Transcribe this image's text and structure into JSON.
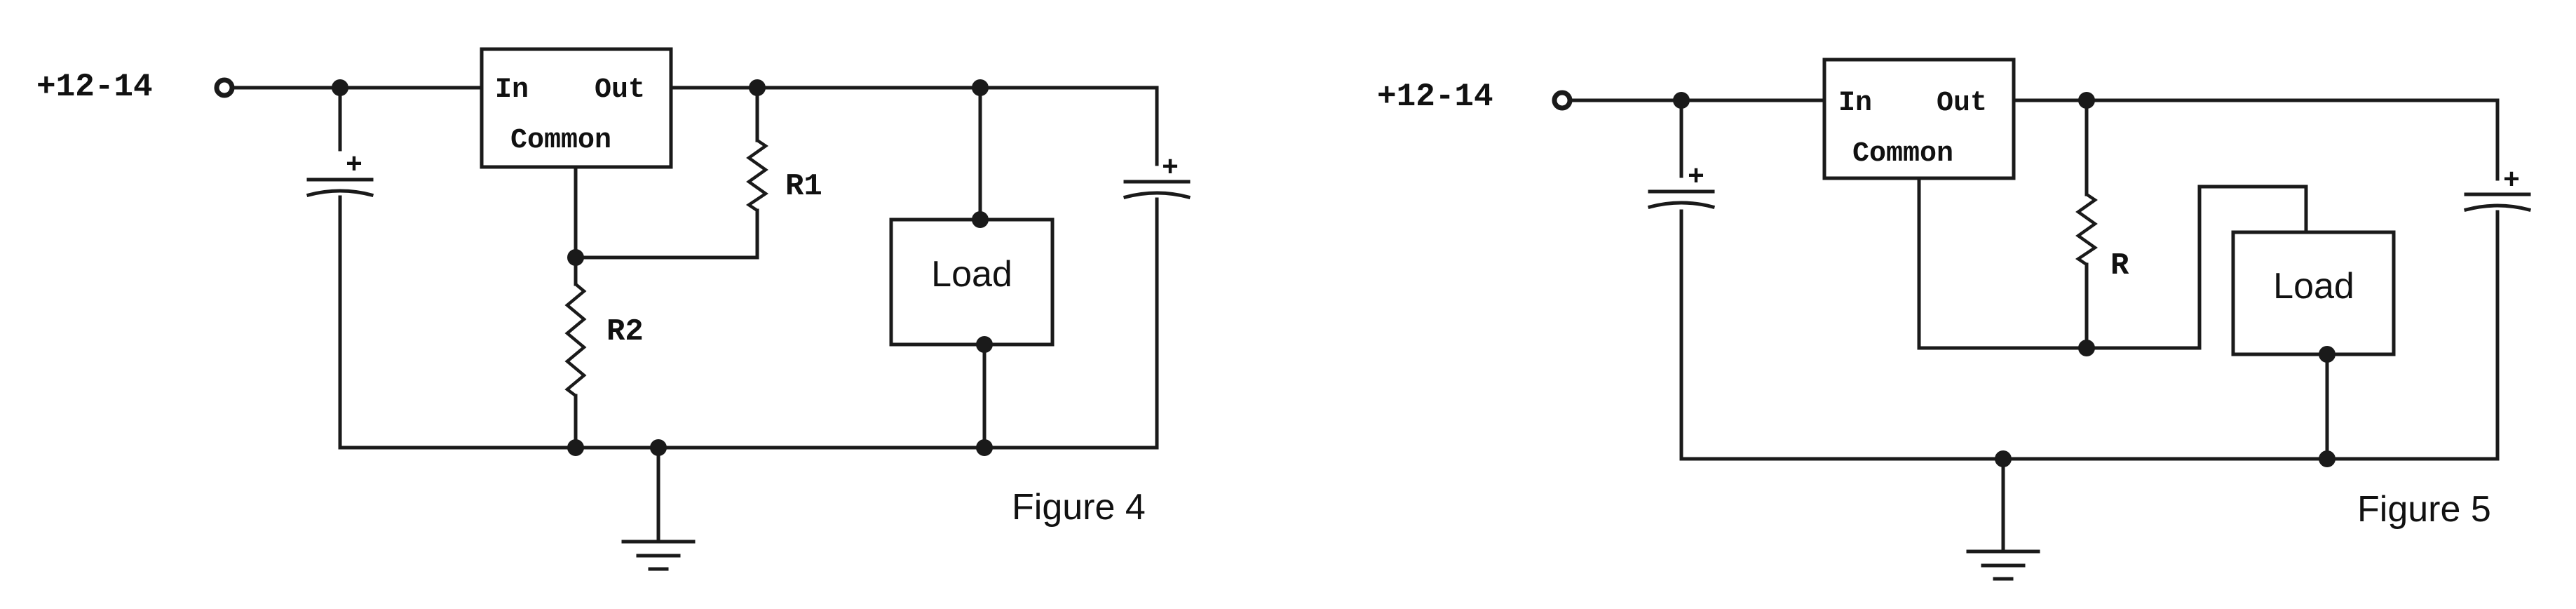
{
  "figure4": {
    "input_label": "+12-14",
    "regulator": {
      "in": "In",
      "out": "Out",
      "common": "Common"
    },
    "r1": "R1",
    "r2": "R2",
    "load": "Load",
    "cap_in_polarity": "+",
    "cap_out_polarity": "+",
    "caption": "Figure 4"
  },
  "figure5": {
    "input_label": "+12-14",
    "regulator": {
      "in": "In",
      "out": "Out",
      "common": "Common"
    },
    "r": "R",
    "load": "Load",
    "cap_in_polarity": "+",
    "cap_out_polarity": "+",
    "caption": "Figure 5"
  }
}
